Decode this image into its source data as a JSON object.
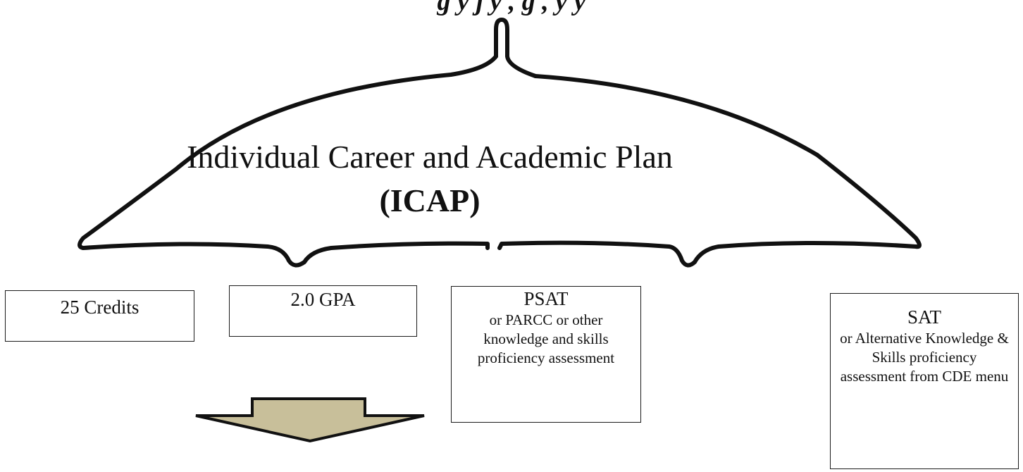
{
  "header": {
    "text": "g  y j     y    ,  g ,     y  y"
  },
  "umbrella": {
    "title": "Individual Career and Academic Plan",
    "acronym": "(ICAP)"
  },
  "requirements": [
    {
      "title": "25 Credits",
      "detail": ""
    },
    {
      "title": "2.0 GPA",
      "detail": ""
    },
    {
      "title": "PSAT",
      "detail": "or PARCC or other knowledge and skills proficiency assessment"
    },
    {
      "title": "SAT",
      "detail": "or Alternative Knowledge & Skills proficiency assessment from CDE menu"
    }
  ],
  "colors": {
    "arrow_fill": "#c8bf9a",
    "outline": "#111111"
  }
}
